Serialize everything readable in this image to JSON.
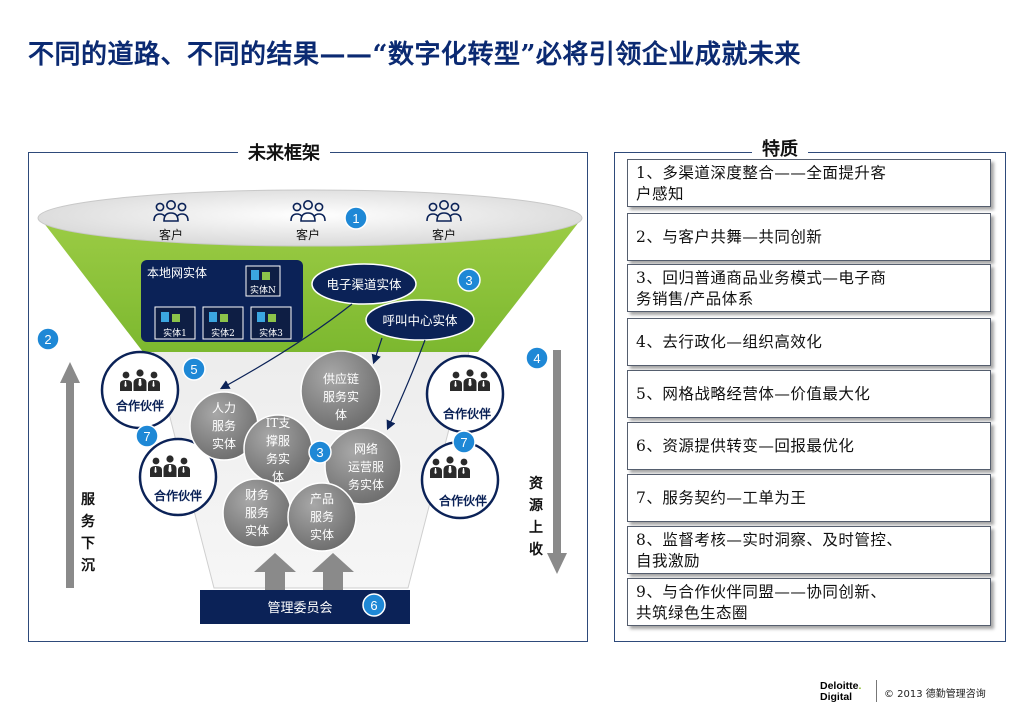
{
  "title": "不同的道路、不同的结果——“数字化转型”必将引领企业成就未来",
  "left_panel": {
    "title": "未来框架",
    "customers": [
      "客户",
      "客户",
      "客户"
    ],
    "local_network": {
      "label": "本地网实体",
      "entities": [
        "实体N",
        "实体1",
        "实体2",
        "实体3"
      ]
    },
    "channels": {
      "ecommerce": "电子渠道实体",
      "callcenter": "呼叫中心实体"
    },
    "numbers": [
      "1",
      "2",
      "3",
      "4",
      "5",
      "6",
      "7"
    ],
    "partners": [
      "合作伙伴",
      "合作伙伴",
      "合作伙伴",
      "合作伙伴"
    ],
    "service_entities": {
      "hr": [
        "人力",
        "服务",
        "实体"
      ],
      "it": [
        "IT支",
        "撑服",
        "务实",
        "体"
      ],
      "supply": [
        "供应链",
        "服务实",
        "体"
      ],
      "network": [
        "网络",
        "运营服",
        "务实体"
      ],
      "finance": [
        "财务",
        "服务",
        "实体"
      ],
      "product": [
        "产品",
        "服务",
        "实体"
      ]
    },
    "left_arrow_label": [
      "服",
      "务",
      "下",
      "沉"
    ],
    "right_arrow_label": [
      "资",
      "源",
      "上",
      "收"
    ],
    "committee": "管理委员会",
    "colors": {
      "navy": "#0b2257",
      "green": "#8bc34a",
      "blue_badge": "#1e88d6",
      "circle_gray": "#8a8a8a"
    }
  },
  "right_panel": {
    "title": "特质",
    "traits": [
      [
        "1、多渠道深度整合——全面提升客",
        "户感知"
      ],
      [
        "2、与客户共舞—共同创新"
      ],
      [
        "3、回归普通商品业务模式—电子商",
        "务销售/产品体系"
      ],
      [
        "4、去行政化—组织高效化"
      ],
      [
        "5、网格战略经营体—价值最大化"
      ],
      [
        "6、资源提供转变—回报最优化"
      ],
      [
        "7、服务契约—工单为王"
      ],
      [
        "8、监督考核—实时洞察、及时管控、",
        "自我激励"
      ],
      [
        "9、与合作伙伴同盟——协同创新、",
        "共筑绿色生态圈"
      ]
    ]
  },
  "footer": {
    "logo_line1": "Deloitte",
    "logo_dot": ".",
    "logo_line2": "Digital",
    "copyright": "© 2013 德勤管理咨询"
  }
}
